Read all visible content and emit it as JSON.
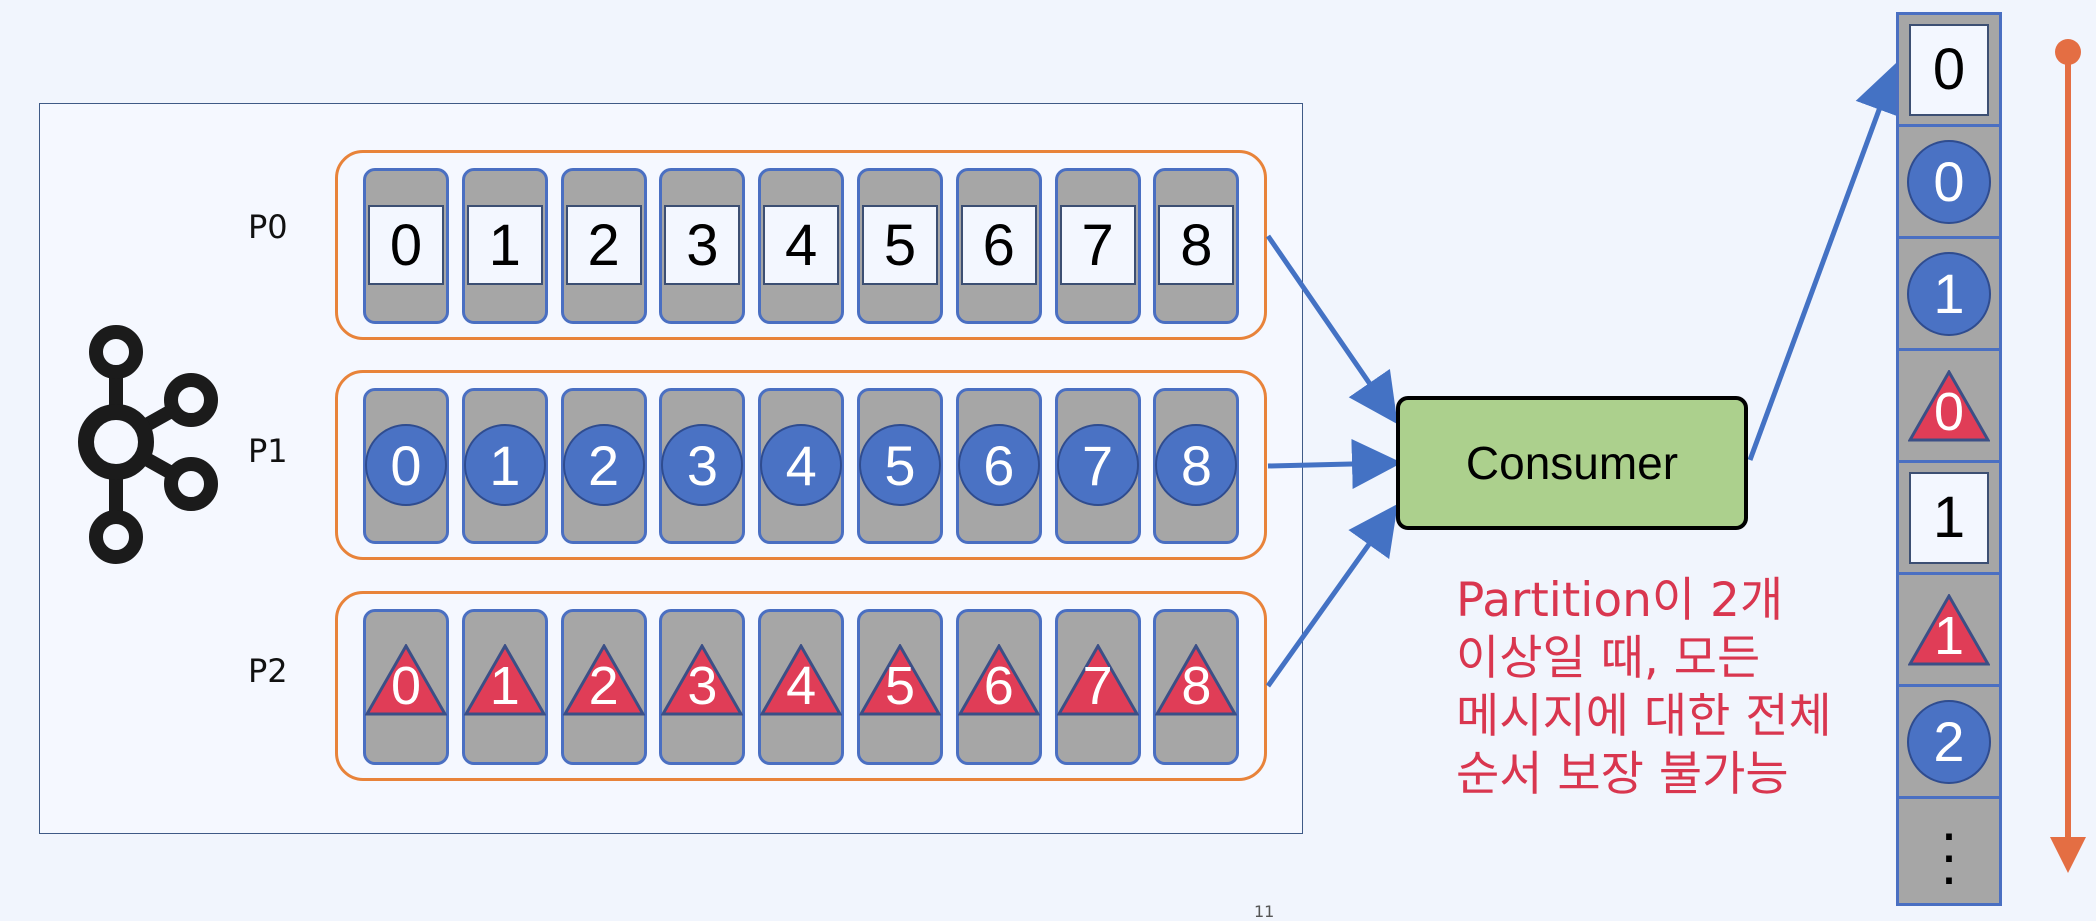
{
  "partitions": [
    {
      "label": "P0",
      "shape": "square",
      "messages": [
        "0",
        "1",
        "2",
        "3",
        "4",
        "5",
        "6",
        "7",
        "8"
      ]
    },
    {
      "label": "P1",
      "shape": "circle",
      "messages": [
        "0",
        "1",
        "2",
        "3",
        "4",
        "5",
        "6",
        "7",
        "8"
      ]
    },
    {
      "label": "P2",
      "shape": "triangle",
      "messages": [
        "0",
        "1",
        "2",
        "3",
        "4",
        "5",
        "6",
        "7",
        "8"
      ]
    }
  ],
  "consumer": {
    "label": "Consumer"
  },
  "note": {
    "lines": [
      "Partition이 2개",
      "이상일 때, 모든",
      "메시지에 대한 전체",
      "순서 보장 불가능"
    ]
  },
  "order_column": [
    {
      "shape": "square",
      "value": "0"
    },
    {
      "shape": "circle",
      "value": "0"
    },
    {
      "shape": "circle",
      "value": "1"
    },
    {
      "shape": "triangle",
      "value": "0"
    },
    {
      "shape": "square",
      "value": "1"
    },
    {
      "shape": "triangle",
      "value": "1"
    },
    {
      "shape": "circle",
      "value": "2"
    },
    {
      "shape": "ellipsis",
      "value": "⋮"
    }
  ],
  "footer": {
    "page_number": "11"
  },
  "colors": {
    "partition_border": "#e8833a",
    "slot_fill": "#a6a6a6",
    "slot_border": "#4a6fc2",
    "circle_fill": "#4a72c4",
    "triangle_fill": "#e03d57",
    "consumer_fill": "#acd08d",
    "note_text": "#d9364f",
    "arrow": "#4472c4",
    "timeline_arrow": "#e46e43"
  },
  "icons": {
    "logo": "kafka-logo-icon"
  }
}
